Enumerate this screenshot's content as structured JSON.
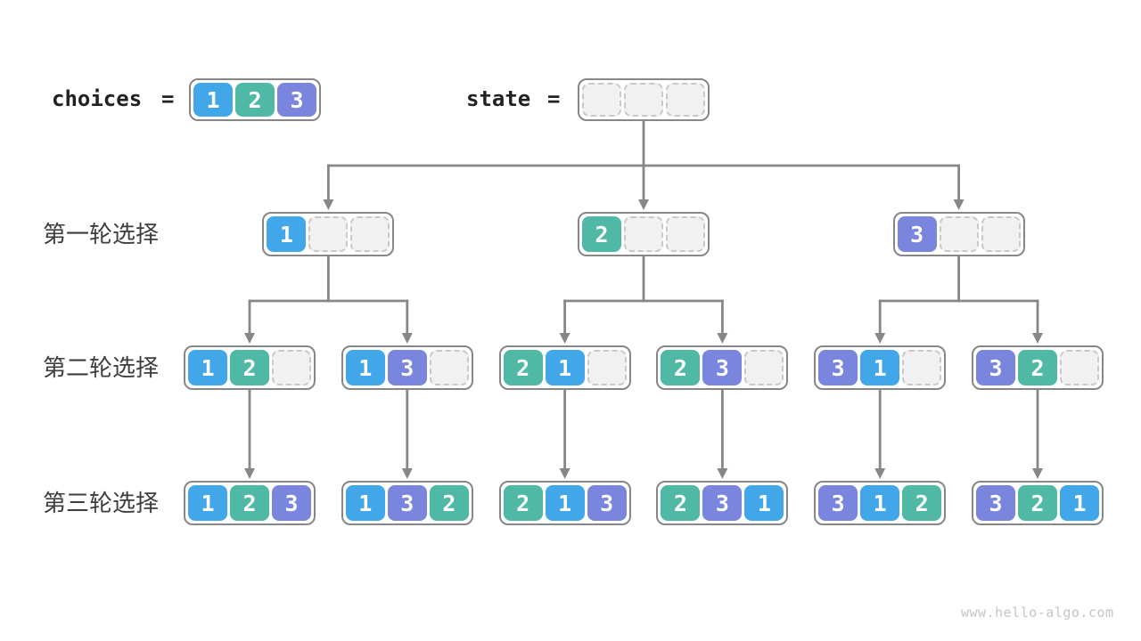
{
  "header": {
    "choices_label": "choices",
    "equals_sign": "=",
    "state_label": "state",
    "choices_values": [
      1,
      2,
      3
    ],
    "state_values": [
      null,
      null,
      null
    ]
  },
  "colors": {
    "1": "#42A7E9",
    "2": "#50B9A5",
    "3": "#7A86DD",
    "arrow": "#878787",
    "border": "#878787",
    "empty_cell": "#f1f1f1",
    "label_text": "#3d3d3d"
  },
  "rows": [
    {
      "label": "第一轮选择",
      "nodes": [
        [
          1,
          null,
          null
        ],
        [
          2,
          null,
          null
        ],
        [
          3,
          null,
          null
        ]
      ]
    },
    {
      "label": "第二轮选择",
      "nodes": [
        [
          1,
          2,
          null
        ],
        [
          1,
          3,
          null
        ],
        [
          2,
          1,
          null
        ],
        [
          2,
          3,
          null
        ],
        [
          3,
          1,
          null
        ],
        [
          3,
          2,
          null
        ]
      ]
    },
    {
      "label": "第三轮选择",
      "nodes": [
        [
          1,
          2,
          3
        ],
        [
          1,
          3,
          2
        ],
        [
          2,
          1,
          3
        ],
        [
          2,
          3,
          1
        ],
        [
          3,
          1,
          2
        ],
        [
          3,
          2,
          1
        ]
      ]
    }
  ],
  "watermark": "www.hello-algo.com"
}
